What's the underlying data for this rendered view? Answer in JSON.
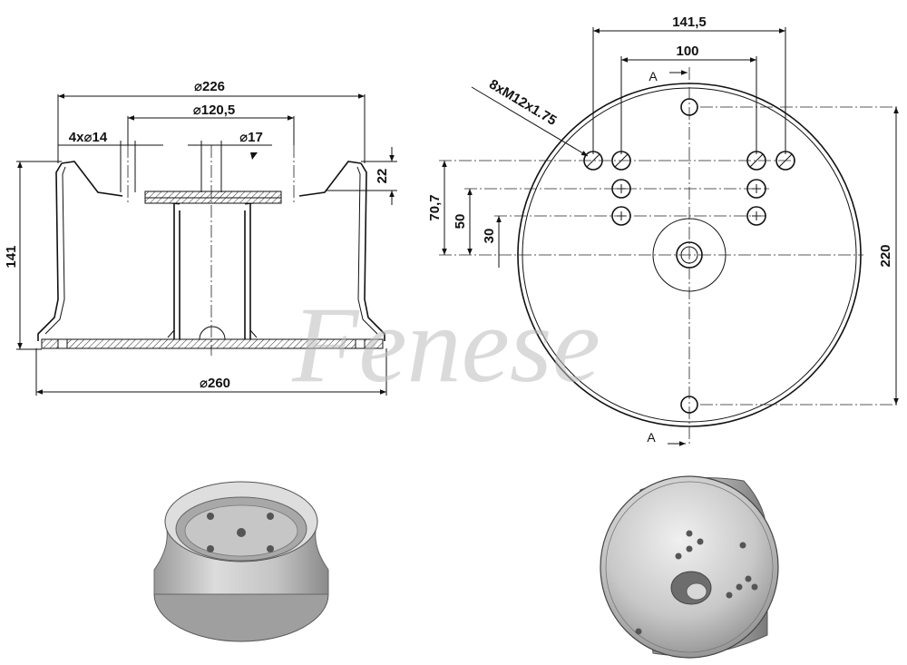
{
  "watermark": "Fenese",
  "section_view": {
    "dim_outer_top": "⌀226",
    "dim_bolt_circle": "⌀120,5",
    "dim_holes": "4x⌀14",
    "dim_center_hole": "⌀17",
    "dim_height": "141",
    "dim_rim_depth": "22",
    "dim_base": "⌀260"
  },
  "plan_view": {
    "dim_wide_spacing": "141,5",
    "dim_narrow_spacing": "100",
    "thread_callout": "8xM12x1.75",
    "dim_offset_outer": "70,7",
    "dim_offset_mid": "50",
    "dim_offset_inner": "30",
    "dim_diameter": "220",
    "section_label_top": "A",
    "section_label_bottom": "A"
  },
  "colors": {
    "line": "#111111",
    "watermark": "#bdbdbd",
    "metal_light": "#e6e6e6",
    "metal_mid": "#bfbfbf",
    "metal_dark": "#8c8c8c"
  }
}
